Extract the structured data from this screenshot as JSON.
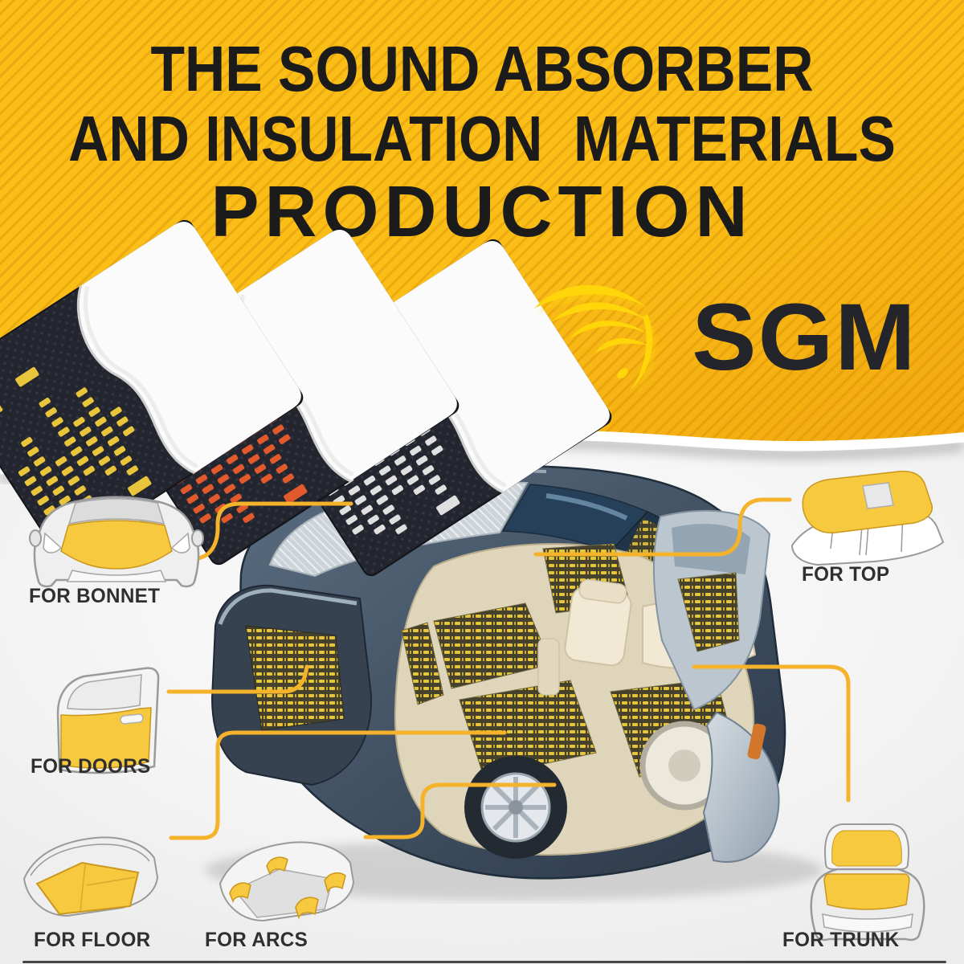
{
  "title": {
    "line1": "THE SOUND ABSORBER",
    "line2": "AND INSULATION  MATERIALS",
    "line3": "PRODUCTION"
  },
  "brand": {
    "name": "SGM"
  },
  "callouts": [
    {
      "id": "bonnet",
      "label": "FOR BONNET"
    },
    {
      "id": "top",
      "label": "FOR TOP"
    },
    {
      "id": "doors",
      "label": "FOR DOORS"
    },
    {
      "id": "floor",
      "label": "FOR FLOOR"
    },
    {
      "id": "arcs",
      "label": "FOR ARCS"
    },
    {
      "id": "trunk",
      "label": "FOR TRUNK"
    }
  ],
  "sheets": {
    "count": 3
  },
  "colors": {
    "header_yellow": "#FBBE17",
    "stripe_orange": "#DE9A00",
    "swoosh_yellow": "#FFD60A",
    "connector_yellow": "#F5B32B",
    "icon_highlight_yellow": "#F7C93F",
    "title_text": "#1B1B1B",
    "label_text": "#2F2F2F",
    "brand_text": "#23252A",
    "sheet_eq_colors": [
      "#E8C53A",
      "#E2592B",
      "#E0E0E0"
    ]
  }
}
